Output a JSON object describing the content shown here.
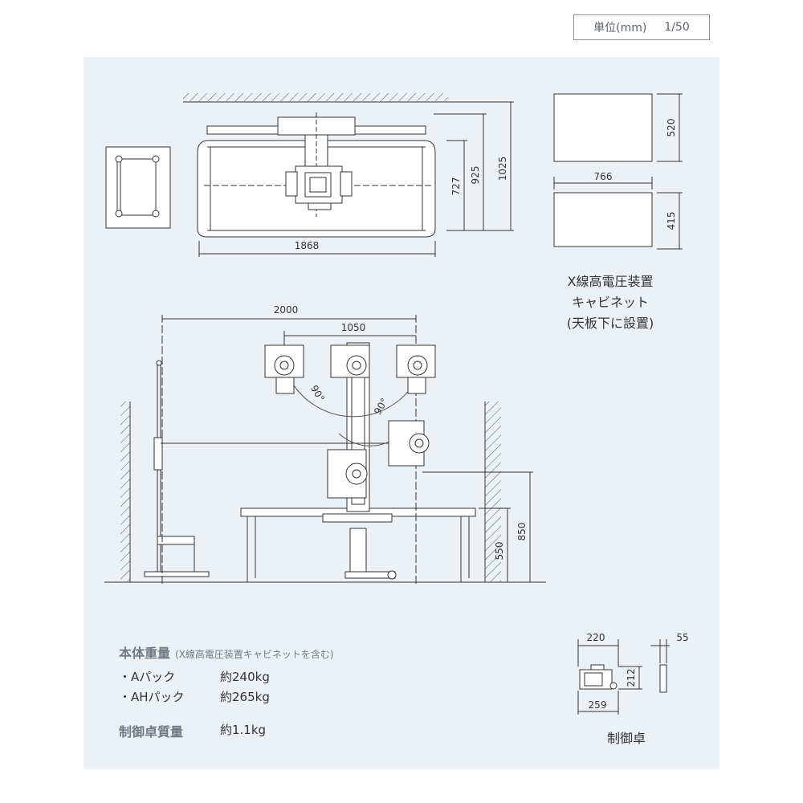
{
  "unit": {
    "label": "単位(mm)",
    "scale": "1/50"
  },
  "top_view": {
    "dim_width": "1868",
    "dim_727": "727",
    "dim_925": "925",
    "dim_1025": "1025"
  },
  "cabinet": {
    "dim_520": "520",
    "dim_766": "766",
    "dim_415": "415",
    "caption": [
      "X線高電圧装置",
      "キャビネット",
      "(天板下に設置)"
    ]
  },
  "front_view": {
    "dim_2000": "2000",
    "dim_1050": "1050",
    "angle_left": "90°",
    "angle_right": "90°",
    "dim_550": "550",
    "dim_850": "850"
  },
  "specs": {
    "body_weight_title": "本体重量",
    "body_weight_note": "(X線高電圧装置キャビネットを含む)",
    "items": [
      {
        "label": "・Aパック",
        "value": "約240kg"
      },
      {
        "label": "・AHパック",
        "value": "約265kg"
      }
    ],
    "console_weight_title": "制御卓質量",
    "console_weight_value": "約1.1kg"
  },
  "console": {
    "dim_220": "220",
    "dim_55": "55",
    "dim_212": "212",
    "dim_259": "259",
    "caption": "制御卓"
  },
  "colors": {
    "panel": "#ecf1f5",
    "line": "#333333",
    "label": "#6e7a85"
  }
}
